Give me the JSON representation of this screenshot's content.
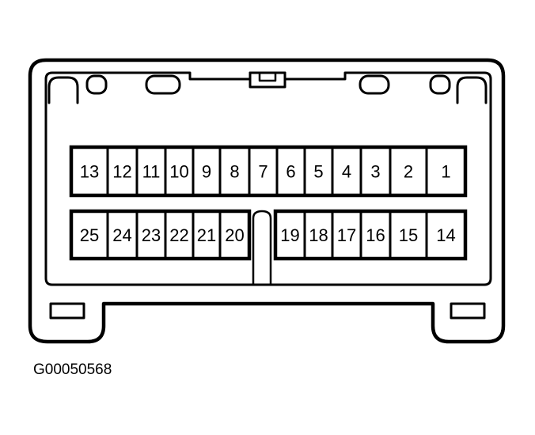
{
  "figure_id": "G00050568",
  "colors": {
    "line": "#000000",
    "background": "#ffffff"
  },
  "rows": [
    {
      "name": "top",
      "pins": [
        "13",
        "12",
        "11",
        "10",
        "9",
        "8",
        "7",
        "6",
        "5",
        "4",
        "3",
        "2",
        "1"
      ]
    },
    {
      "name": "bottom-left",
      "pins": [
        "25",
        "24",
        "23",
        "22",
        "21",
        "20"
      ]
    },
    {
      "name": "bottom-right",
      "pins": [
        "19",
        "18",
        "17",
        "16",
        "15",
        "14"
      ]
    }
  ]
}
